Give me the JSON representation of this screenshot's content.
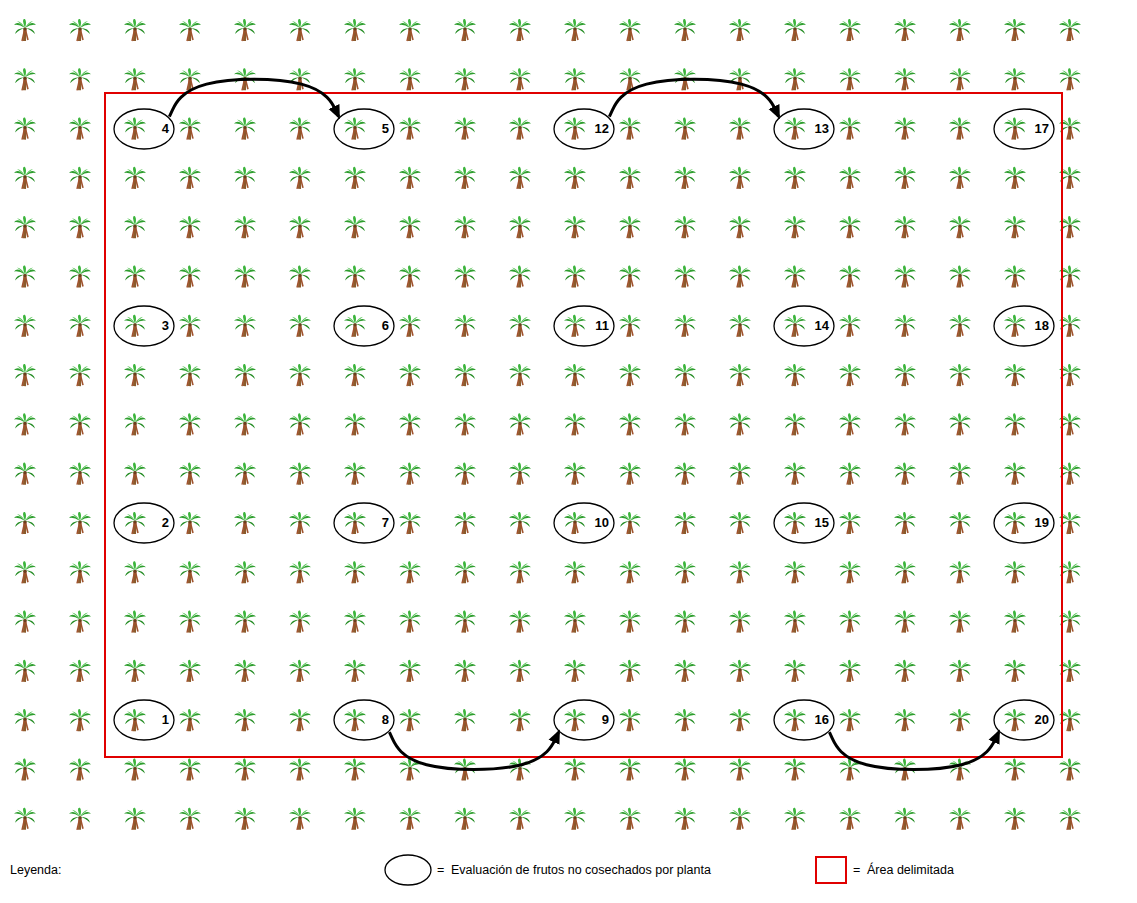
{
  "diagram": {
    "nodes": [
      {
        "text": [
          "1"
        ]
      },
      {
        "text": [
          "2"
        ]
      },
      {
        "text": [
          "3"
        ]
      },
      {
        "text": [
          "4"
        ]
      },
      {
        "text": [
          "5"
        ]
      },
      {
        "text": [
          "6"
        ]
      },
      {
        "text": [
          "7"
        ]
      },
      {
        "text": [
          "8"
        ]
      },
      {
        "text": [
          "9"
        ]
      },
      {
        "text": [
          "10"
        ]
      },
      {
        "text": [
          "11"
        ]
      },
      {
        "text": [
          "12"
        ]
      },
      {
        "text": [
          "13"
        ]
      },
      {
        "text": [
          "14"
        ]
      },
      {
        "text": [
          "15"
        ]
      },
      {
        "text": [
          "16"
        ]
      },
      {
        "text": [
          "17"
        ]
      },
      {
        "text": [
          "18"
        ]
      },
      {
        "text": [
          "19"
        ]
      },
      {
        "text": [
          "20"
        ]
      }
    ],
    "edges": [
      {
        "from": 3,
        "to": 4,
        "arrow": "to"
      },
      {
        "from": 11,
        "to": 12,
        "arrow": "to"
      },
      {
        "from": 7,
        "to": 8,
        "arrow": "to"
      },
      {
        "from": 15,
        "to": 19,
        "arrow": "to"
      }
    ],
    "labels": [
      "Leyenda:",
      "=",
      "="
    ],
    "legend": [
      {
        "text": "Evaluación de frutos no cosechados por planta"
      },
      {
        "text": "Área delimitada"
      }
    ]
  }
}
